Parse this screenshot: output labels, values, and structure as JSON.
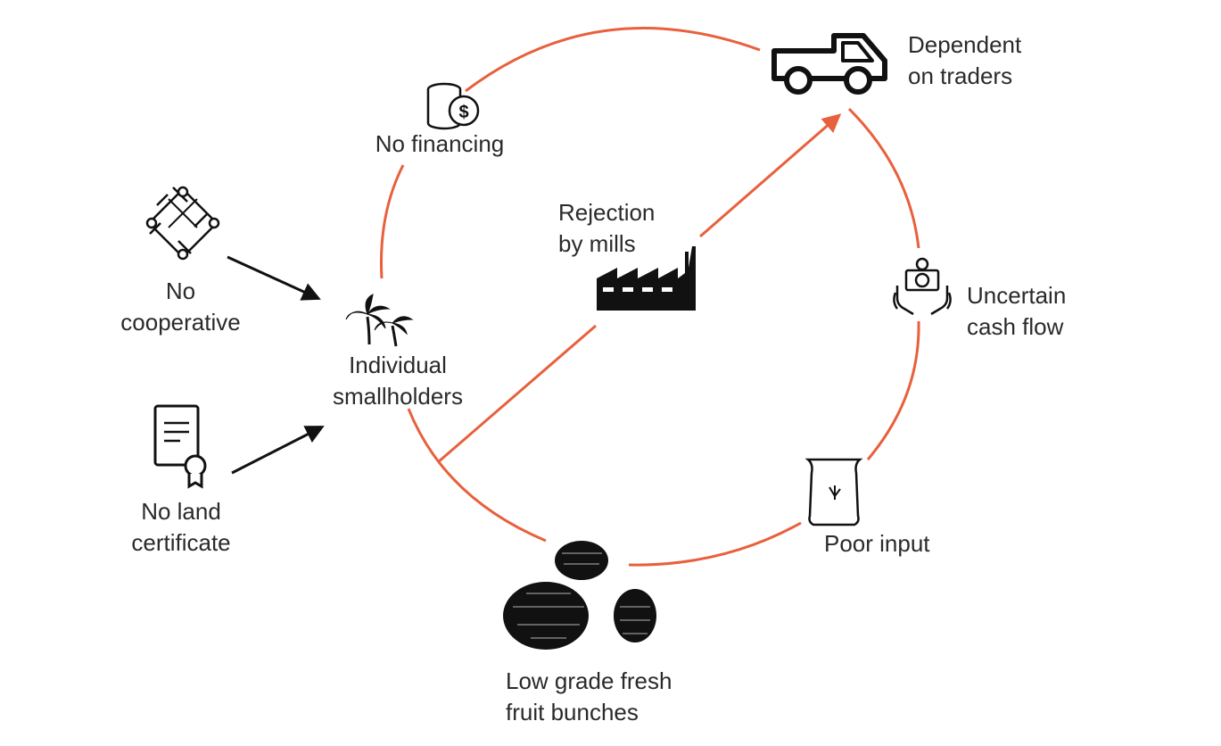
{
  "colors": {
    "cycle": "#E8603C",
    "arrow": "#111111",
    "icon": "#111111",
    "text": "#2a2a2a"
  },
  "nodes": {
    "no_financing": {
      "lines": [
        "No financing"
      ],
      "icon": "coins-dollar-icon"
    },
    "traders": {
      "lines": [
        "Dependent",
        "on traders"
      ],
      "icon": "truck-icon"
    },
    "cash_flow": {
      "lines": [
        "Uncertain",
        "cash flow"
      ],
      "icon": "hands-money-icon"
    },
    "poor_input": {
      "lines": [
        "Poor input"
      ],
      "icon": "fertilizer-bag-icon"
    },
    "ffb": {
      "lines": [
        "Low grade fresh",
        "fruit bunches"
      ],
      "icon": "palm-fruit-icon"
    },
    "smallholders": {
      "lines": [
        "Individual",
        "smallholders"
      ],
      "icon": "palm-trees-icon"
    },
    "rejection": {
      "lines": [
        "Rejection",
        "by mills"
      ],
      "icon": "factory-icon"
    },
    "no_cooperative": {
      "lines": [
        "No",
        "cooperative"
      ],
      "icon": "linked-hands-icon"
    },
    "no_land": {
      "lines": [
        "No land",
        "certificate"
      ],
      "icon": "certificate-icon"
    }
  }
}
